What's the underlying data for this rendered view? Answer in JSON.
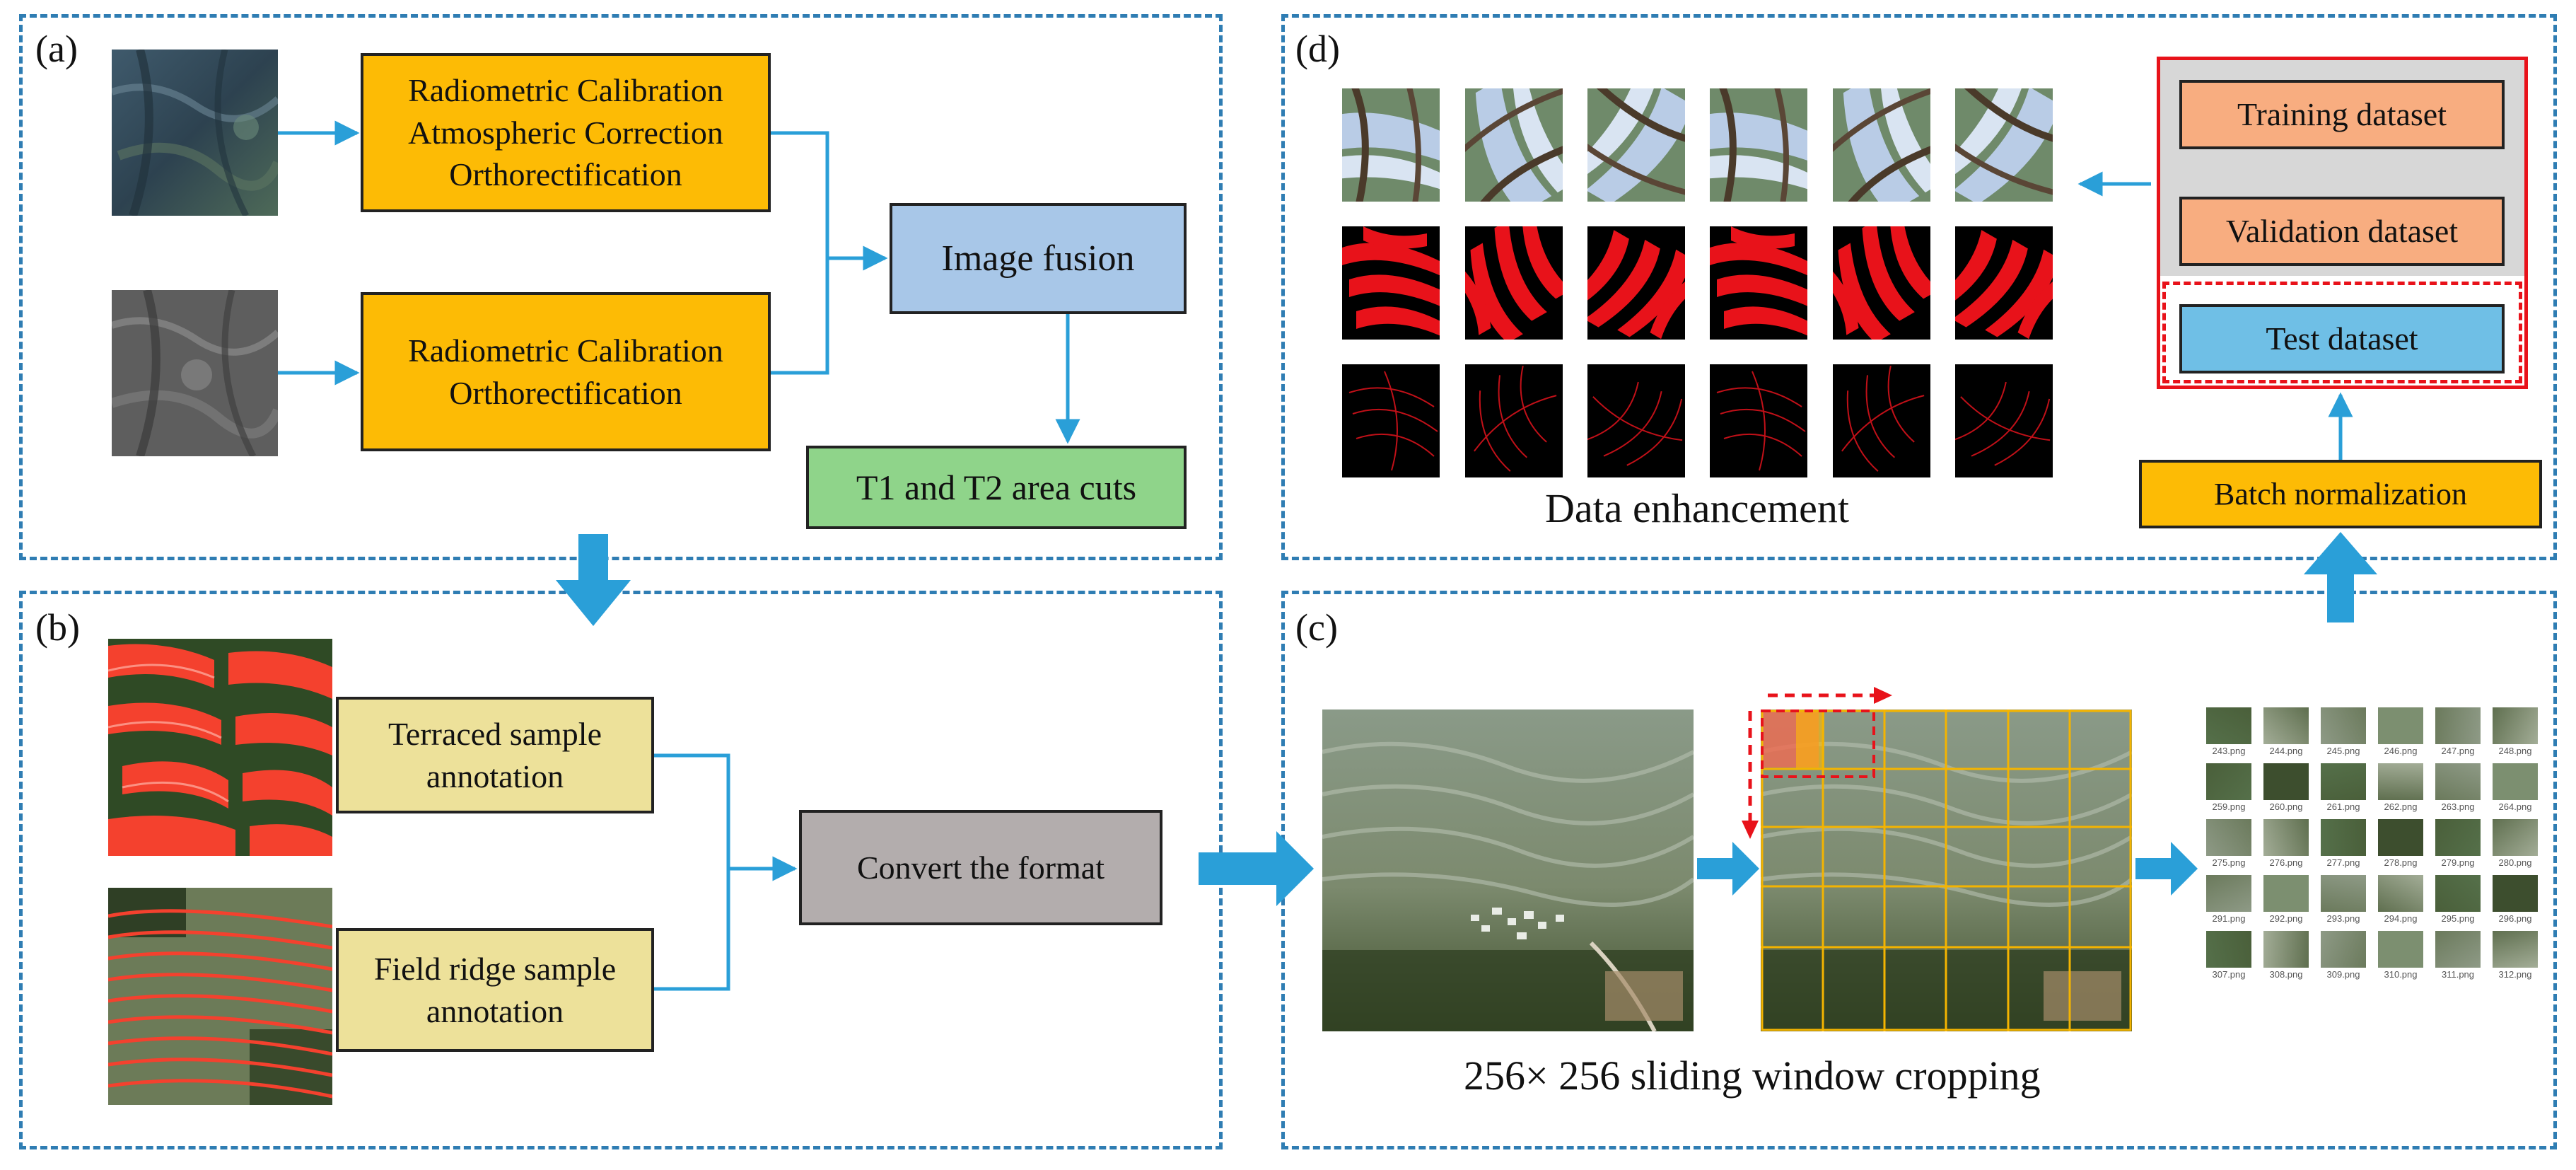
{
  "panels": {
    "a": {
      "label": "(a)"
    },
    "b": {
      "label": "(b)"
    },
    "c": {
      "label": "(c)"
    },
    "d": {
      "label": "(d)"
    }
  },
  "a": {
    "box1": [
      "Radiometric Calibration",
      "Atmospheric Correction",
      "Orthorectification"
    ],
    "box2": [
      "Radiometric Calibration",
      "Orthorectification"
    ],
    "fusion": "Image fusion",
    "cuts": "T1 and T2 area cuts"
  },
  "b": {
    "terraced": [
      "Terraced sample",
      "annotation"
    ],
    "ridge": [
      "Field ridge sample",
      "annotation"
    ],
    "convert": "Convert the format"
  },
  "c": {
    "caption": "256× 256  sliding window cropping",
    "thumb_labels": [
      "243.png",
      "244.png",
      "245.png",
      "246.png",
      "247.png",
      "248.png",
      "259.png",
      "260.png",
      "261.png",
      "262.png",
      "263.png",
      "264.png",
      "275.png",
      "276.png",
      "277.png",
      "278.png",
      "279.png",
      "280.png",
      "291.png",
      "292.png",
      "293.png",
      "294.png",
      "295.png",
      "296.png",
      "307.png",
      "308.png",
      "309.png",
      "310.png",
      "311.png",
      "312.png"
    ]
  },
  "d": {
    "caption": "Data enhancement",
    "training": "Training dataset",
    "validation": "Validation  dataset",
    "test": "Test dataset",
    "batchnorm": "Batch normalization"
  },
  "colors": {
    "dash": "#2f7db3",
    "arrow": "#2a9fd8",
    "orange": "#fdbb05",
    "blue": "#a8c7e8",
    "green": "#8fd48a",
    "yellow": "#ede19a",
    "gray": "#b3adad",
    "salmon": "#f8ad80",
    "sky": "#6fbfe6",
    "red": "#e8121a"
  }
}
